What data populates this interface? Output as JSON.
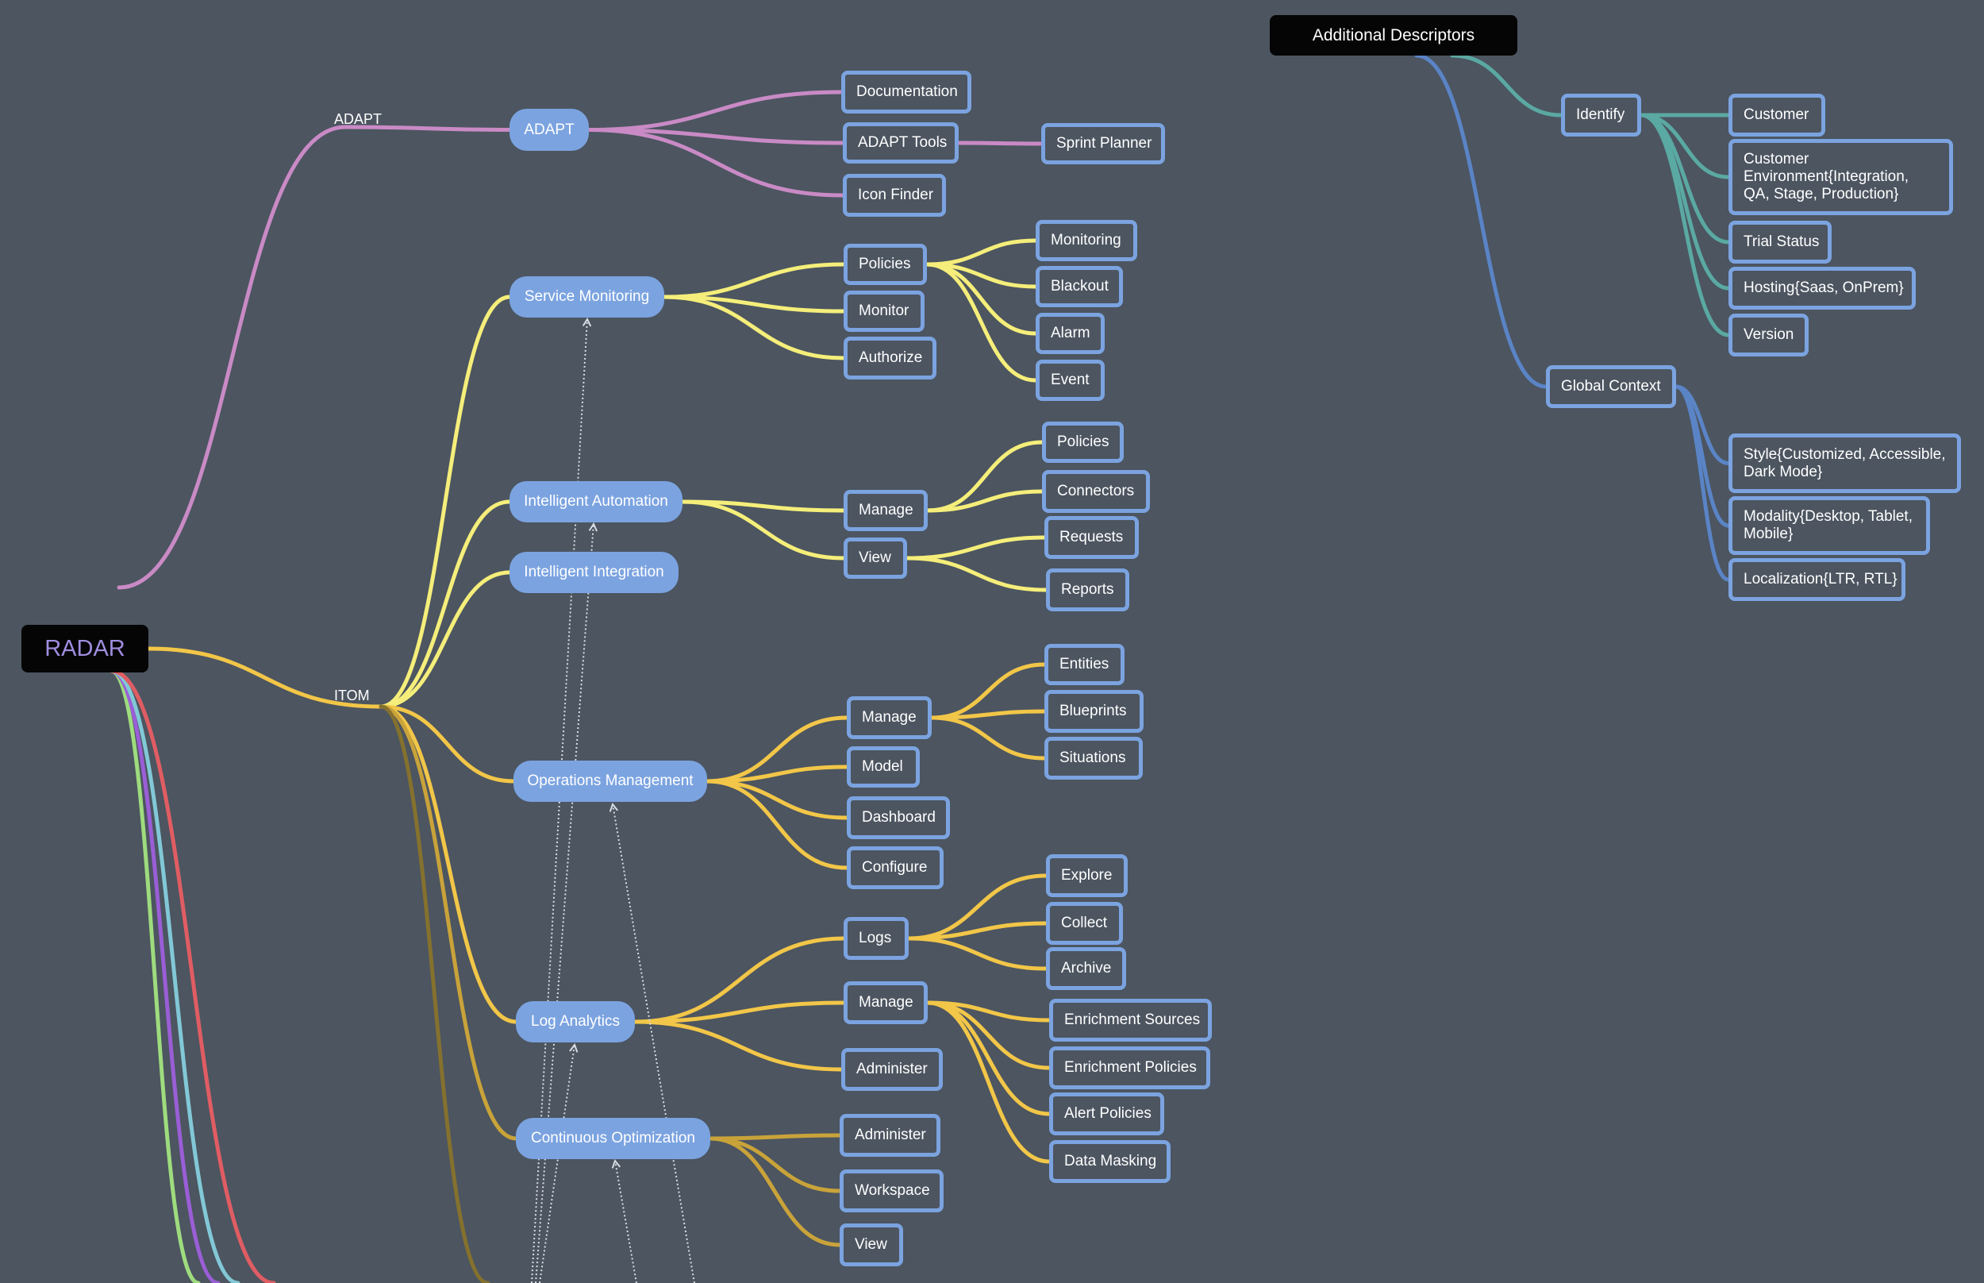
{
  "root": "RADAR",
  "additional": "Additional Descriptors",
  "branch_labels": {
    "adapt": "ADAPT",
    "itom": "ITOM"
  },
  "colors": {
    "background": "#4c5560",
    "node_border": "#7ba3e0",
    "adapt_branch": "#c98ac5",
    "yellow_light": "#f5ee7a",
    "yellow": "#f2c648",
    "yellow_dark": "#c9a33a",
    "brown": "#85712e",
    "teal": "#5aa9a2",
    "blue": "#5a84c6",
    "red": "#e05d63",
    "cyan": "#82c8d6",
    "purple": "#9a5ed6",
    "green": "#9edc7e"
  },
  "nodes": {
    "adapt": "ADAPT",
    "documentation": "Documentation",
    "adapt_tools": "ADAPT Tools",
    "sprint_planner": "Sprint Planner",
    "icon_finder": "Icon Finder",
    "service_monitoring": "Service Monitoring",
    "sm_policies": "Policies",
    "sm_monitor": "Monitor",
    "sm_authorize": "Authorize",
    "pol_monitoring": "Monitoring",
    "pol_blackout": "Blackout",
    "pol_alarm": "Alarm",
    "pol_event": "Event",
    "intelligent_automation": "Intelligent Automation",
    "ia_manage": "Manage",
    "ia_view": "View",
    "iam_policies": "Policies",
    "iam_connectors": "Connectors",
    "iav_requests": "Requests",
    "iav_reports": "Reports",
    "intelligent_integration": "Intelligent Integration",
    "operations_management": "Operations Management",
    "om_manage": "Manage",
    "om_model": "Model",
    "om_dashboard": "Dashboard",
    "om_configure": "Configure",
    "omm_entities": "Entities",
    "omm_blueprints": "Blueprints",
    "omm_situations": "Situations",
    "log_analytics": "Log Analytics",
    "la_logs": "Logs",
    "la_manage": "Manage",
    "la_administer": "Administer",
    "logs_explore": "Explore",
    "logs_collect": "Collect",
    "logs_archive": "Archive",
    "lam_enrichment_sources": "Enrichment Sources",
    "lam_enrichment_policies": "Enrichment Policies",
    "lam_alert_policies": "Alert Policies",
    "lam_data_masking": "Data Masking",
    "continuous_optimization": "Continuous Optimization",
    "co_administer": "Administer",
    "co_workspace": "Workspace",
    "co_view": "View",
    "identify": "Identify",
    "id_customer": "Customer",
    "id_customer_env": "Customer Environment{Integration, QA, Stage, Production}",
    "id_trial_status": "Trial Status",
    "id_hosting": "Hosting{Saas, OnPrem}",
    "id_version": "Version",
    "global_context": "Global Context",
    "gc_style": "Style{Customized, Accessible, Dark Mode}",
    "gc_modality": "Modality{Desktop, Tablet, Mobile}",
    "gc_localization": "Localization{LTR, RTL}"
  }
}
